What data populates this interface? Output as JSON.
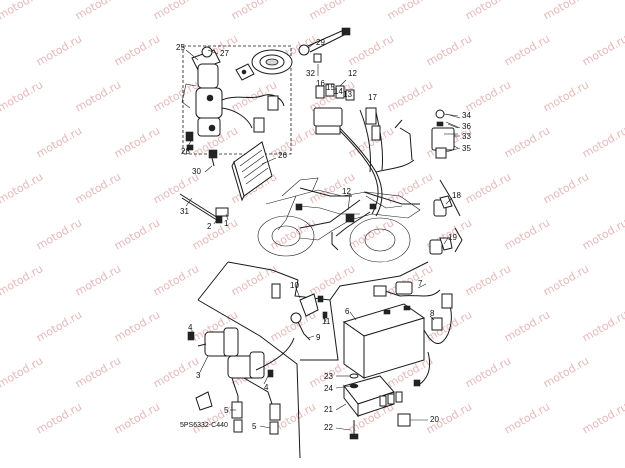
{
  "diagram": {
    "code": "5PS6332-C440",
    "watermark_text": "motod.ru",
    "callouts": [
      "1",
      "2",
      "3",
      "4",
      "5",
      "6",
      "7",
      "8",
      "9",
      "10",
      "11",
      "12",
      "13",
      "14",
      "15",
      "16",
      "17",
      "18",
      "19",
      "20",
      "21",
      "22",
      "23",
      "24",
      "25",
      "26",
      "27",
      "28",
      "29",
      "30",
      "31",
      "32",
      "33",
      "34",
      "35",
      "36"
    ]
  }
}
